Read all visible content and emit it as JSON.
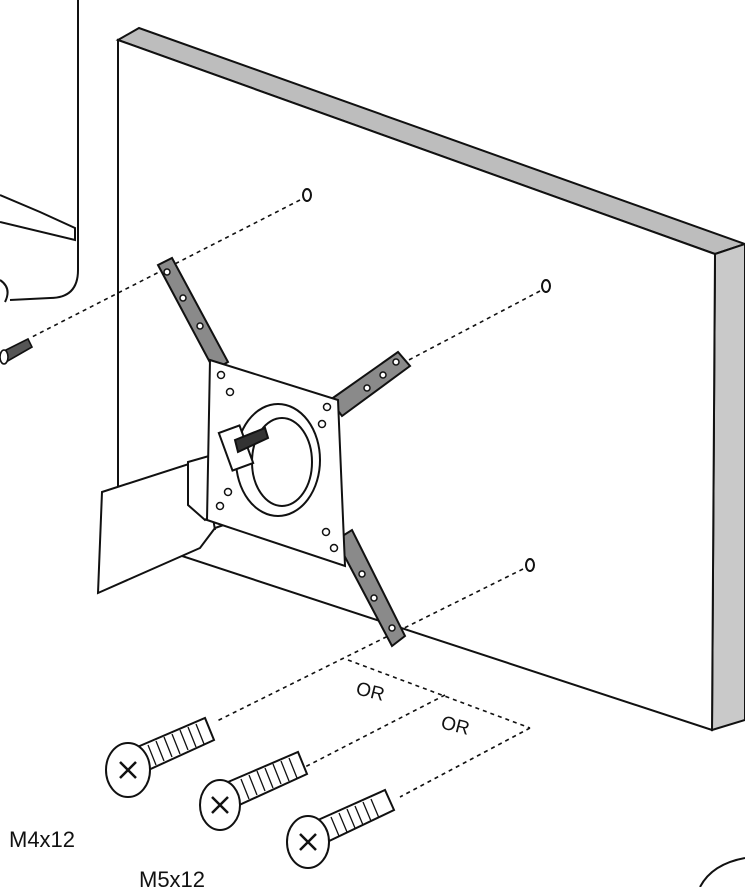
{
  "labels": {
    "or_1": "OR",
    "or_2": "OR",
    "screw_1": "M4x12",
    "screw_2": "M5x12"
  },
  "colors": {
    "panel_face": "#ffffff",
    "panel_top": "#bdbdbd",
    "panel_side": "#c9c9c9",
    "bracket": "#8a8a8a",
    "line": "#111111"
  }
}
